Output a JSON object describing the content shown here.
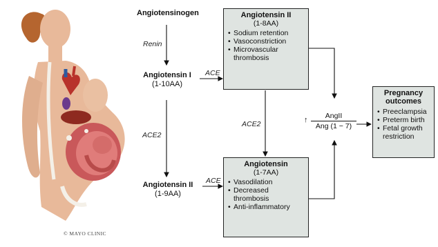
{
  "nodes": {
    "angiotensinogen": "Angiotensinogen",
    "ang1": {
      "name": "Angiotensin I",
      "aa": "(1-10AA)"
    },
    "ang2_left": {
      "name": "Angiotensin II",
      "aa": "(1-9AA)"
    }
  },
  "labels": {
    "renin": "Renin",
    "ace_top": "ACE",
    "ace2_right": "ACE2",
    "ace2_left": "ACE2",
    "ace_bottom": "ACE"
  },
  "box_ang2": {
    "title": "Angiotensin II",
    "subtitle": "(1-8AA)",
    "items": [
      "Sodium retention",
      "Vasoconstriction",
      "Microvascular thrombosis"
    ]
  },
  "box_ang17": {
    "title": "Angiotensin",
    "subtitle": "(1-7AA)",
    "items": [
      "Vasodilation",
      "Decreased thrombosis",
      "Anti-inflammatory"
    ]
  },
  "ratio": {
    "up": "↑",
    "numerator": "AngII",
    "denominator": "Ang (1 − 7)"
  },
  "box_outcomes": {
    "title": "Pregnancy outcomes",
    "items": [
      "Preeclampsia",
      "Preterm birth",
      "Fetal growth restriction"
    ]
  },
  "credit": "© MAYO CLINIC",
  "colors": {
    "box_fill": "#dfe4e1",
    "skin": "#e8b99a",
    "hair": "#b5652f"
  }
}
